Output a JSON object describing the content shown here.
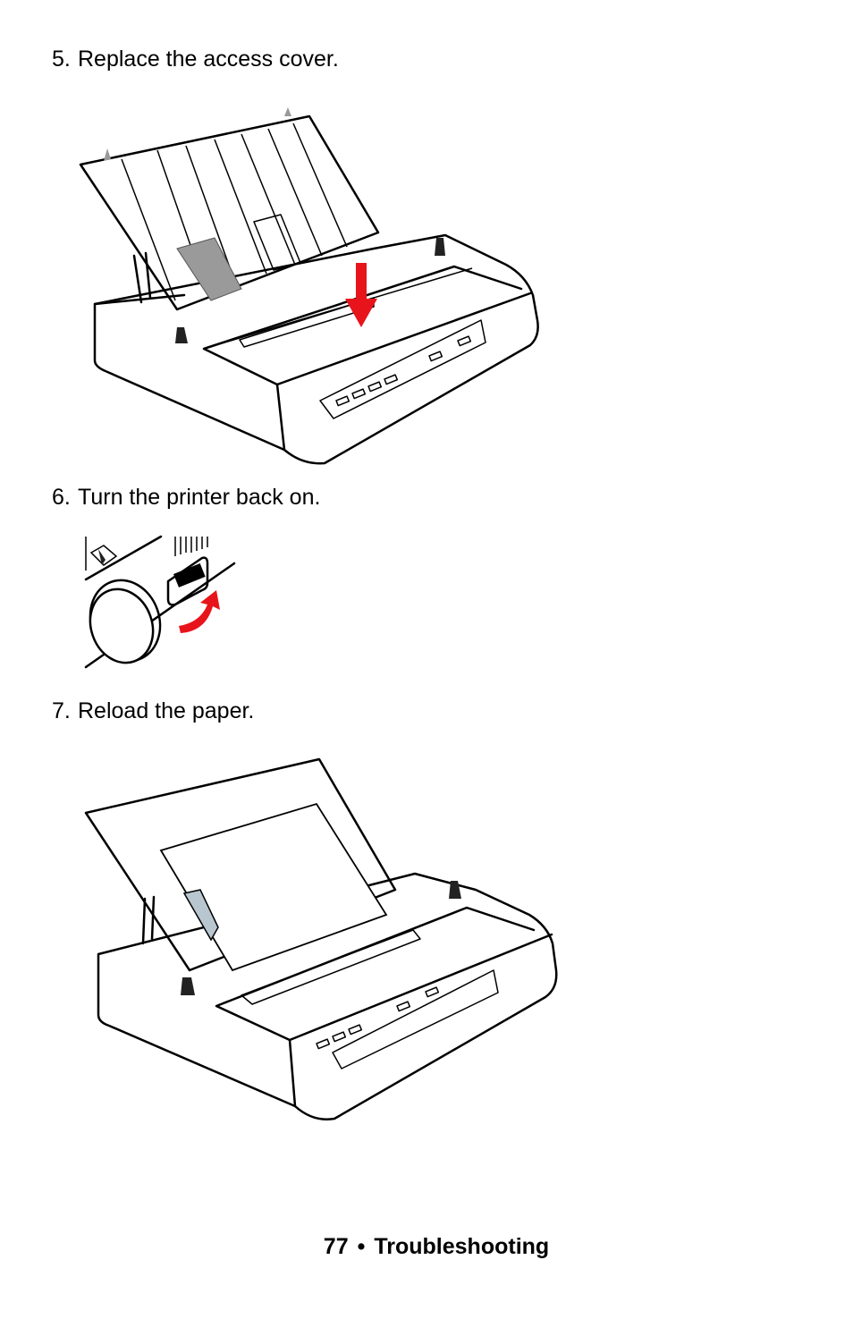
{
  "steps": [
    {
      "number": "5.",
      "text": "Replace the access cover."
    },
    {
      "number": "6.",
      "text": "Turn the printer back on."
    },
    {
      "number": "7.",
      "text": "Reload the paper."
    }
  ],
  "footer": {
    "page_number": "77",
    "separator": "•",
    "section": "Troubleshooting"
  },
  "colors": {
    "arrow": "#e8141b",
    "line": "#000000",
    "tab": "#9a9a9a"
  },
  "icons": [
    "red-down-arrow-icon",
    "red-curved-arrow-icon"
  ]
}
